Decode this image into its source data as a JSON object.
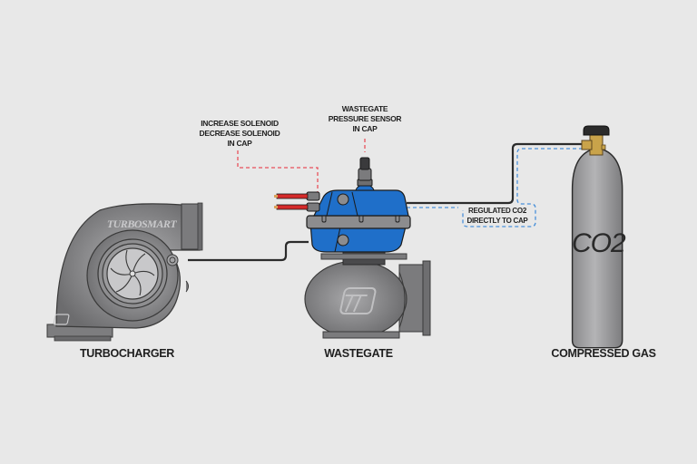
{
  "diagram": {
    "components": {
      "turbocharger": {
        "label": "TURBOCHARGER",
        "brand_text": "TURBOSMART"
      },
      "wastegate": {
        "label": "WASTEGATE"
      },
      "compressed_gas": {
        "label": "COMPRESSED GAS",
        "tank_text": "CO2"
      }
    },
    "callouts": {
      "solenoid": {
        "lines": [
          "INCREASE SOLENOID",
          "DECREASE SOLENOID",
          "IN CAP"
        ]
      },
      "pressure_sensor": {
        "lines": [
          "WASTEGATE",
          "PRESSURE SENSOR",
          "IN CAP"
        ]
      },
      "regulated": {
        "lines": [
          "REGULATED CO2",
          "DIRECTLY TO CAP"
        ]
      }
    },
    "colors": {
      "background": "#e8e8e8",
      "actuator_blue": "#1f6fc9",
      "body_gray": "#8c8c8e",
      "outline": "#2b2b2b",
      "brass": "#c9a34a",
      "callout_red": "#e8505b",
      "callout_blue": "#4a90d9",
      "wire_red": "#d42a2a"
    }
  }
}
